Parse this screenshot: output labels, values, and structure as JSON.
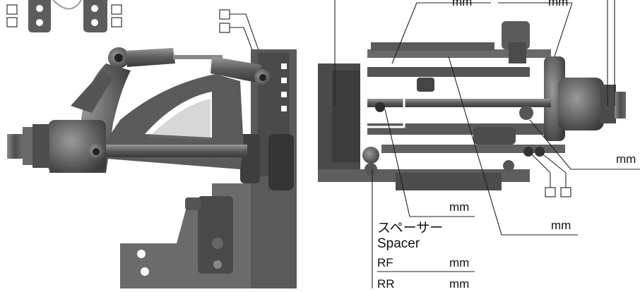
{
  "labels": {
    "mm_top_a": "mm",
    "mm_top_b": "mm",
    "mm_right": "mm",
    "mm_mid": "mm",
    "mm_lower": "mm",
    "spacer_jp": "スペーサー",
    "spacer_en": "Spacer",
    "rf": "RF",
    "rf_mm": "mm",
    "rr": "RR",
    "rr_mm": "mm"
  },
  "colors": {
    "part_dark": "#4a4a4a",
    "part_mid": "#6e6e6e",
    "part_light": "#8f8f8f",
    "highlight_box": "#ffffff",
    "leader": "#222222"
  }
}
